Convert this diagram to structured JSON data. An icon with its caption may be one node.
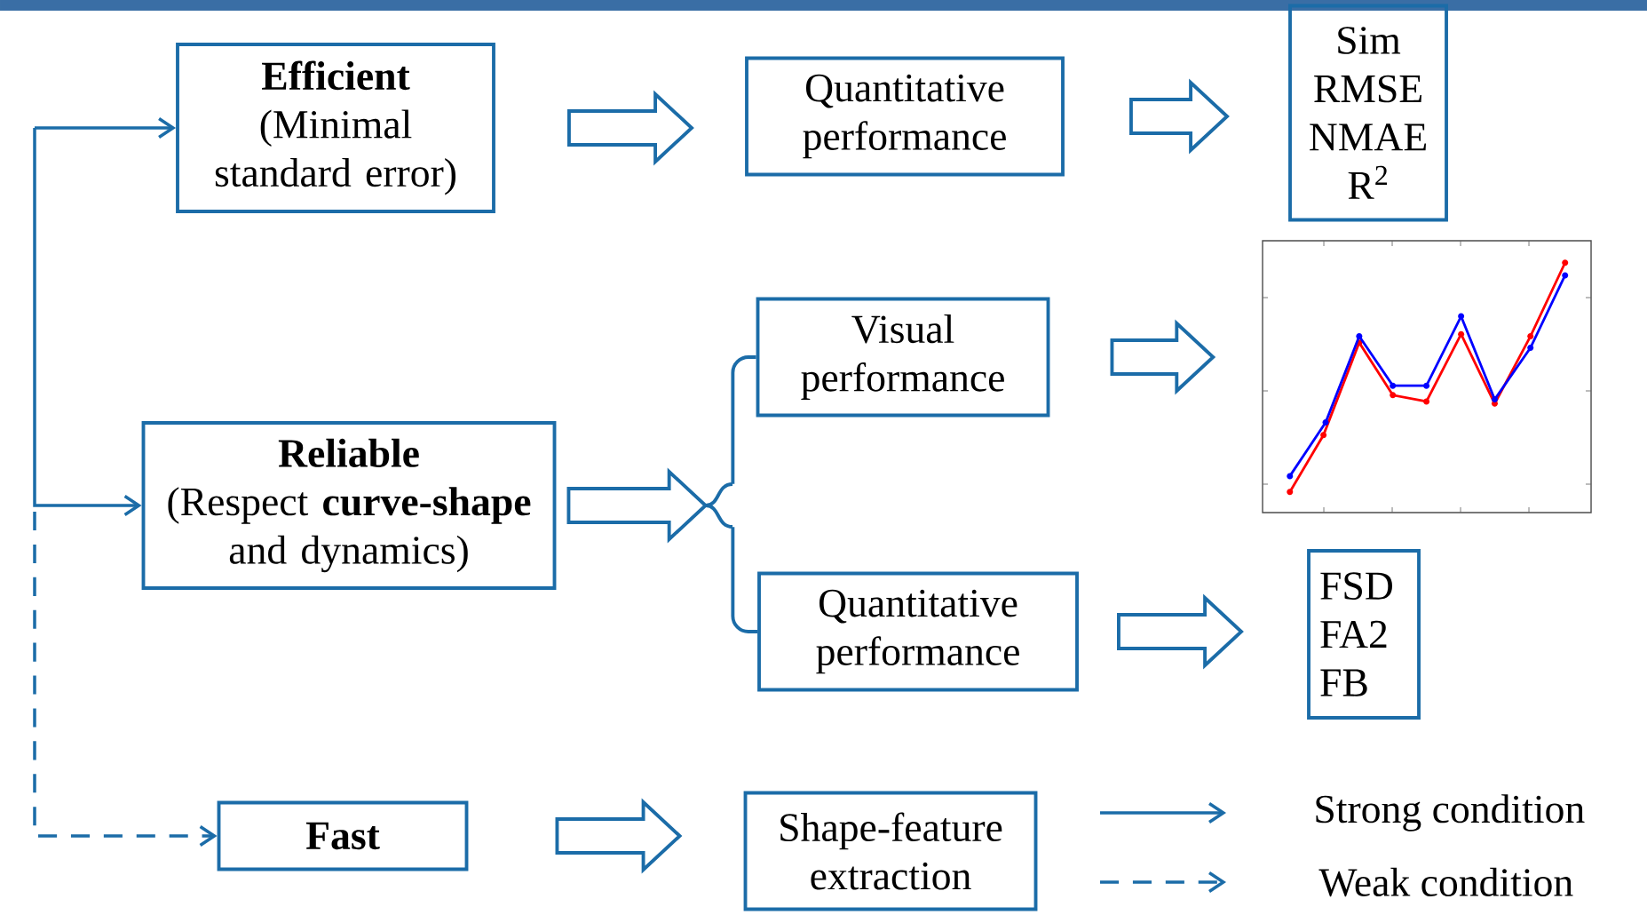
{
  "diagram": {
    "nodes": [
      {
        "text": [
          "Efficient",
          "(Minimal standard error)"
        ]
      },
      {
        "text": [
          "Reliable",
          "(Respect **curve-shape** and dynamics)"
        ]
      },
      {
        "text": [
          "Fast"
        ]
      },
      {
        "text": [
          "Quantitative performance"
        ]
      },
      {
        "text": [
          "Visual performance"
        ]
      },
      {
        "text": [
          "Quantitative performance"
        ]
      },
      {
        "text": [
          "Shape-feature extraction"
        ]
      },
      {
        "text": [
          "Sim RMSE NMAE R$^{2}$"
        ]
      },
      {
        "text": [],
        "shape": "picture"
      },
      {
        "text": [
          "FSD FA2 FB"
        ]
      },
      {
        "text": [],
        "shape": "brace"
      }
    ],
    "edges": [
      {
        "from": null,
        "to": 0,
        "arrow": "to"
      },
      {
        "from": null,
        "to": 1,
        "arrow": "to"
      },
      {
        "from": null,
        "to": 2,
        "arrow": "to",
        "style": "dashed"
      },
      {
        "from": 0,
        "to": 3,
        "arrow": "to",
        "style": "thick"
      },
      {
        "from": 3,
        "to": 7,
        "arrow": "to",
        "style": "thick"
      },
      {
        "from": 1,
        "to": 10,
        "arrow": "to",
        "style": "thick"
      },
      {
        "from": 10,
        "to": 4,
        "arrow": "none"
      },
      {
        "from": 10,
        "to": 5,
        "arrow": "none"
      },
      {
        "from": 4,
        "to": 8,
        "arrow": "to",
        "style": "thick"
      },
      {
        "from": 5,
        "to": 9,
        "arrow": "to",
        "style": "thick"
      },
      {
        "from": 2,
        "to": 6,
        "arrow": "to",
        "style": "thick"
      }
    ],
    "legend": [
      {
        "text": "Strong condition"
      },
      {
        "text": "Weak condition"
      }
    ]
  }
}
